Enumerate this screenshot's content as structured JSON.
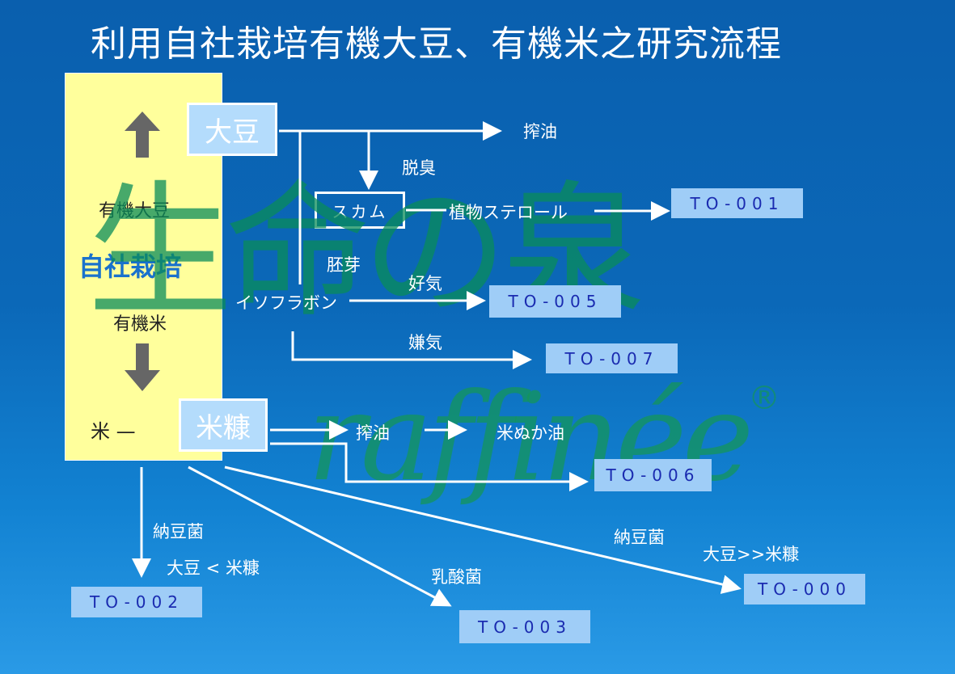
{
  "title": "利用自社栽培有機大豆、有機米之研究流程",
  "watermark": {
    "logo_text": "生命の泉",
    "brand": "raffinée",
    "registered": "®"
  },
  "left_panel": {
    "organic_soy": "有機大豆",
    "own_cultivation": "自社栽培",
    "organic_rice": "有機米",
    "rice": "米 —"
  },
  "nodes": {
    "soy": "大豆",
    "rice_bran": "米糠",
    "scum": "スカム"
  },
  "labels": {
    "oil_press": "搾油",
    "deodorize": "脱臭",
    "plant_sterol": "植物ステロール",
    "germ": "胚芽",
    "aerobic": "好気",
    "isoflavone": "イソフラボン",
    "anaerobic": "嫌気",
    "bran_oil_press": "搾油",
    "rice_bran_oil": "米ぬか油",
    "natto1": "納豆菌",
    "soy_lt_bran": "大豆 < 米糠",
    "lactic": "乳酸菌",
    "natto2": "納豆菌",
    "soy_gt_bran": "大豆>>米糠"
  },
  "products": {
    "to001": "TO-001",
    "to005": "TO-005",
    "to007": "TO-007",
    "to006": "TO-006",
    "to002": "TO-002",
    "to003": "TO-003",
    "to000": "TO-000"
  }
}
